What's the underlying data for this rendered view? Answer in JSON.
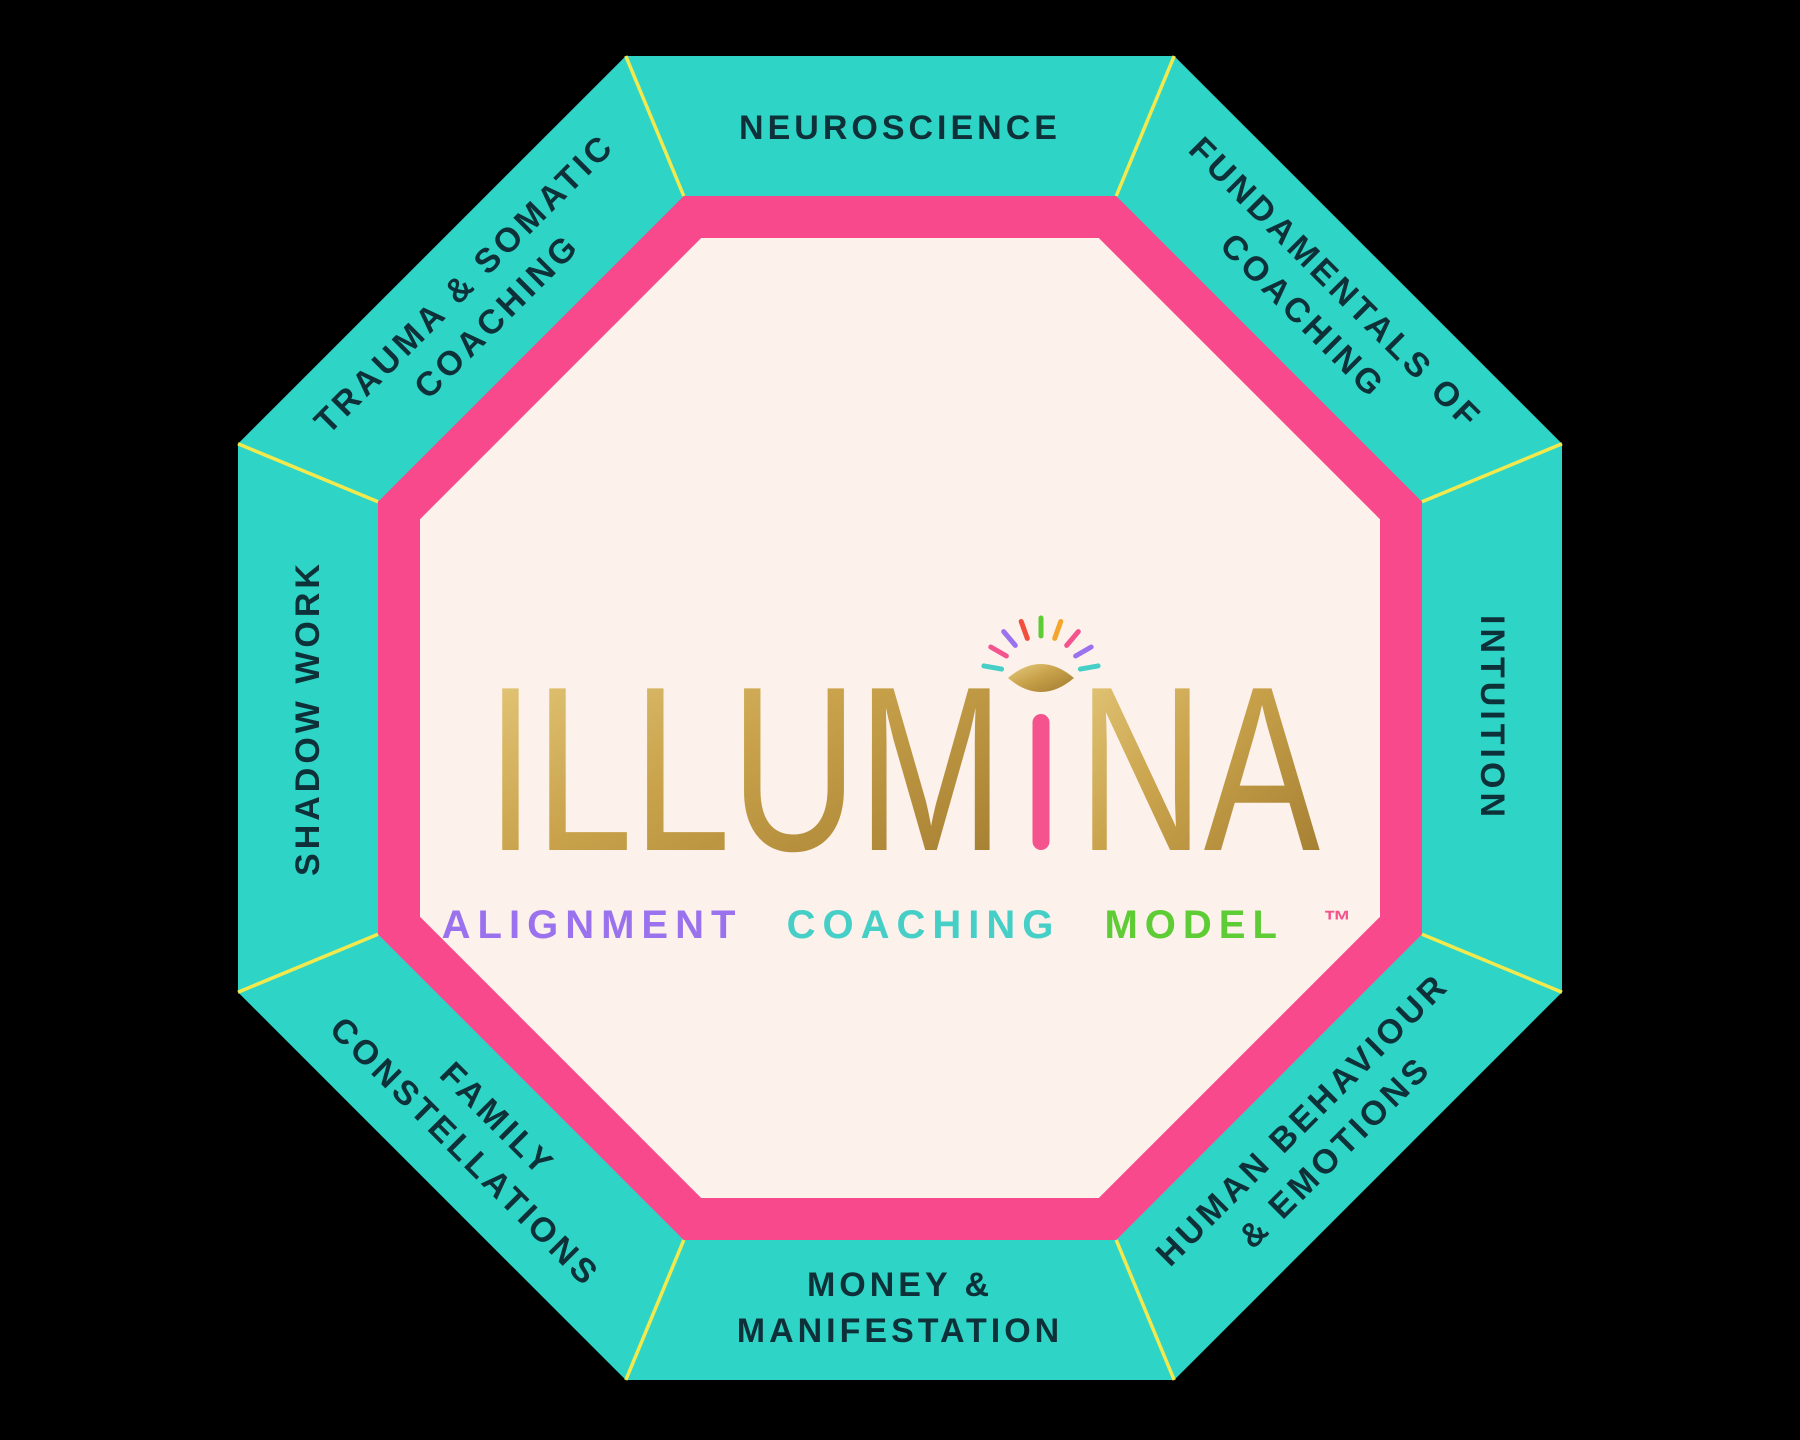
{
  "colors": {
    "background": "#000000",
    "band_teal": "#2ED5C6",
    "divider_yellow": "#F2E94E",
    "ring_pink": "#F8498C",
    "center_cream": "#FCF1EB",
    "label_text": "#0E3038",
    "gold_light": "#E7CD80",
    "gold_mid": "#C9A24B",
    "gold_dark": "#A07A2E"
  },
  "octagon": {
    "segments": {
      "top": {
        "line1": "NEUROSCIENCE"
      },
      "top_right": {
        "line1": "FUNDAMENTALS OF",
        "line2": "COACHING"
      },
      "right": {
        "line1": "INTUITION"
      },
      "bottom_right": {
        "line1": "HUMAN BEHAVIOUR",
        "line2": "& EMOTIONS"
      },
      "bottom": {
        "line1": "MONEY &",
        "line2": "MANIFESTATION"
      },
      "bottom_left": {
        "line1": "FAMILY",
        "line2": "CONSTELLATIONS"
      },
      "left": {
        "line1": "SHADOW WORK"
      },
      "top_left": {
        "line1": "TRAUMA & SOMATIC",
        "line2": "COACHING"
      }
    }
  },
  "logo": {
    "wordmark": "ILLUMINA",
    "wordmark_left": "ILLUM",
    "wordmark_right": "NA",
    "tagline": {
      "word1": {
        "text": "ALIGNMENT",
        "color": "#9B72EE"
      },
      "word2": {
        "text": "COACHING",
        "color": "#45CFC6"
      },
      "word3": {
        "text": "MODEL",
        "color": "#5ECC34"
      },
      "trademark": {
        "text": "™",
        "color": "#F4538E"
      }
    },
    "eye_icon": {
      "name": "radiant-eye-icon",
      "stem_color": "#F4538E",
      "ray_colors": [
        "#45CFC6",
        "#F4538E",
        "#9B72EE",
        "#F2503F",
        "#5ECC34",
        "#F4A52E",
        "#F4538E",
        "#9B72EE",
        "#45CFC6"
      ]
    }
  }
}
